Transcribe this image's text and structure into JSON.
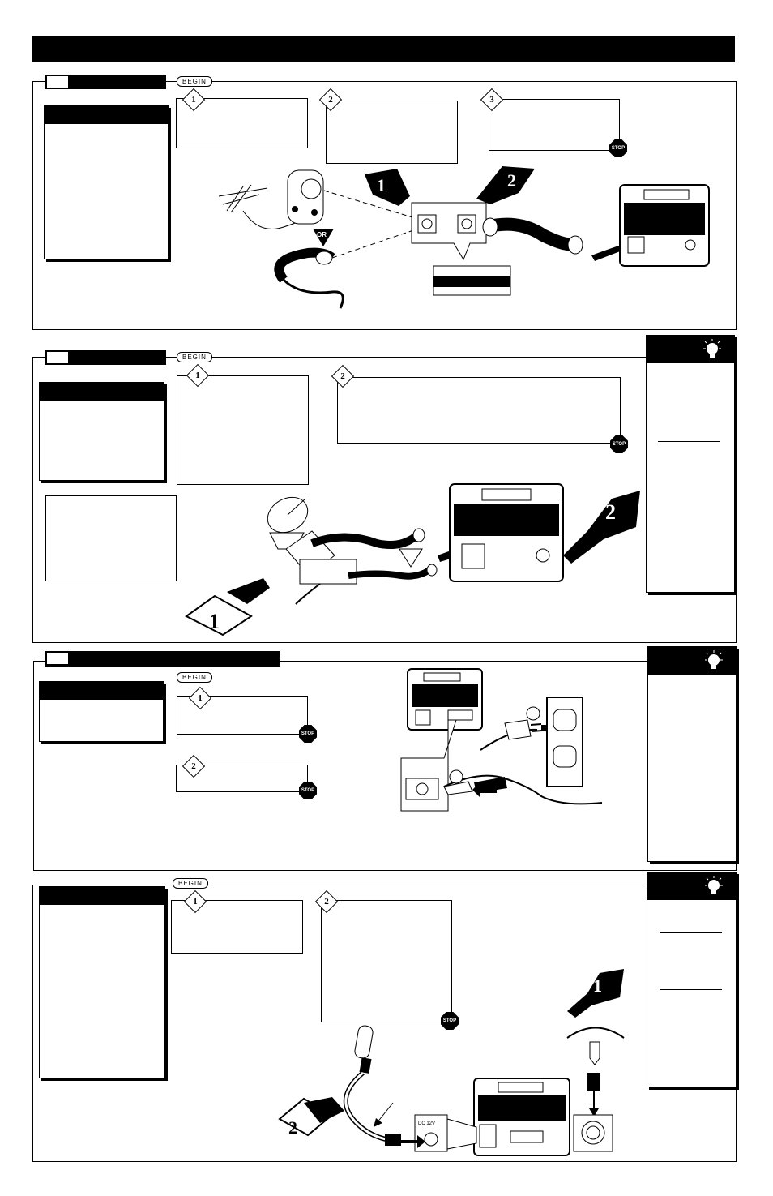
{
  "header": {
    "title": ""
  },
  "begin_label": "BEGIN",
  "stop_label": "STOP",
  "or_label": "OR",
  "steps": [
    "1",
    "2",
    "3"
  ],
  "tv_label": "DC 12V"
}
